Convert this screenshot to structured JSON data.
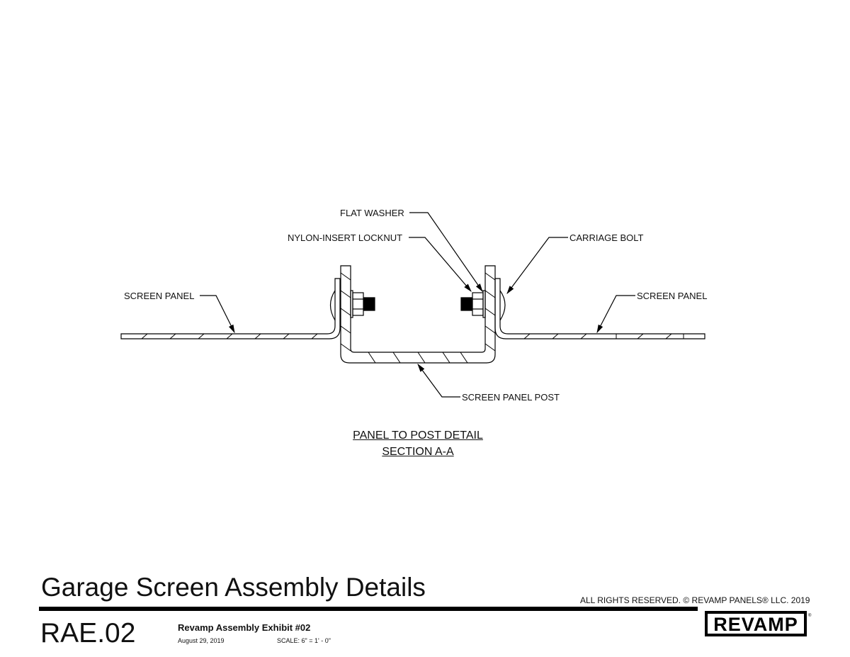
{
  "drawing": {
    "labels": {
      "flat_washer": "FLAT WASHER",
      "nylon_locknut": "NYLON-INSERT LOCKNUT",
      "carriage_bolt": "CARRIAGE BOLT",
      "screen_panel_left": "SCREEN PANEL",
      "screen_panel_right": "SCREEN PANEL",
      "screen_panel_post": "SCREEN PANEL POST"
    },
    "caption_line1": "PANEL TO POST DETAIL",
    "caption_line2": "SECTION A-A"
  },
  "title_block": {
    "title": "Garage Screen Assembly Details",
    "code": "RAE.02",
    "exhibit": "Revamp Assembly Exhibit #02",
    "date": "August 29, 2019",
    "scale": "SCALE: 6\" = 1' - 0\"",
    "rights": "ALL RIGHTS RESERVED. © REVAMP PANELS® LLC. 2019",
    "logo_text": "REVAMP"
  }
}
